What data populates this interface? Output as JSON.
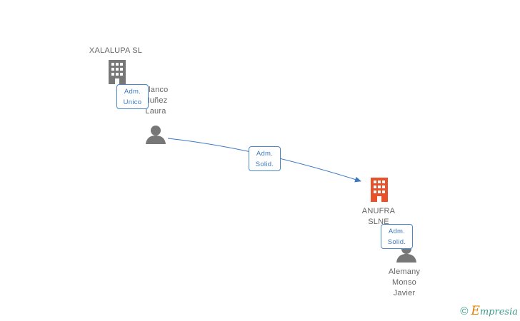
{
  "nodes": {
    "xalalupa": {
      "label": "XALALUPA SL",
      "icon": "building-icon",
      "color": "#777777"
    },
    "blanco": {
      "label_lines": [
        "Blanco",
        "Nuñez",
        "Laura"
      ],
      "icon": "person-icon",
      "color": "#777777"
    },
    "anufra": {
      "label_lines": [
        "ANUFRA",
        "SLNE"
      ],
      "icon": "building-icon",
      "color": "#e8512a"
    },
    "alemany": {
      "label_lines": [
        "Alemany",
        "Monso",
        "Javier"
      ],
      "icon": "person-icon",
      "color": "#777777"
    }
  },
  "badges": {
    "xalalupa_blanco": [
      "Adm.",
      "Unico"
    ],
    "blanco_anufra": [
      "Adm.",
      "Solid."
    ],
    "anufra_alemany": [
      "Adm.",
      "Solid."
    ]
  },
  "edge_color": "#3b78c2",
  "brand": {
    "copyright": "©",
    "initial": "E",
    "name": "mpresia"
  }
}
